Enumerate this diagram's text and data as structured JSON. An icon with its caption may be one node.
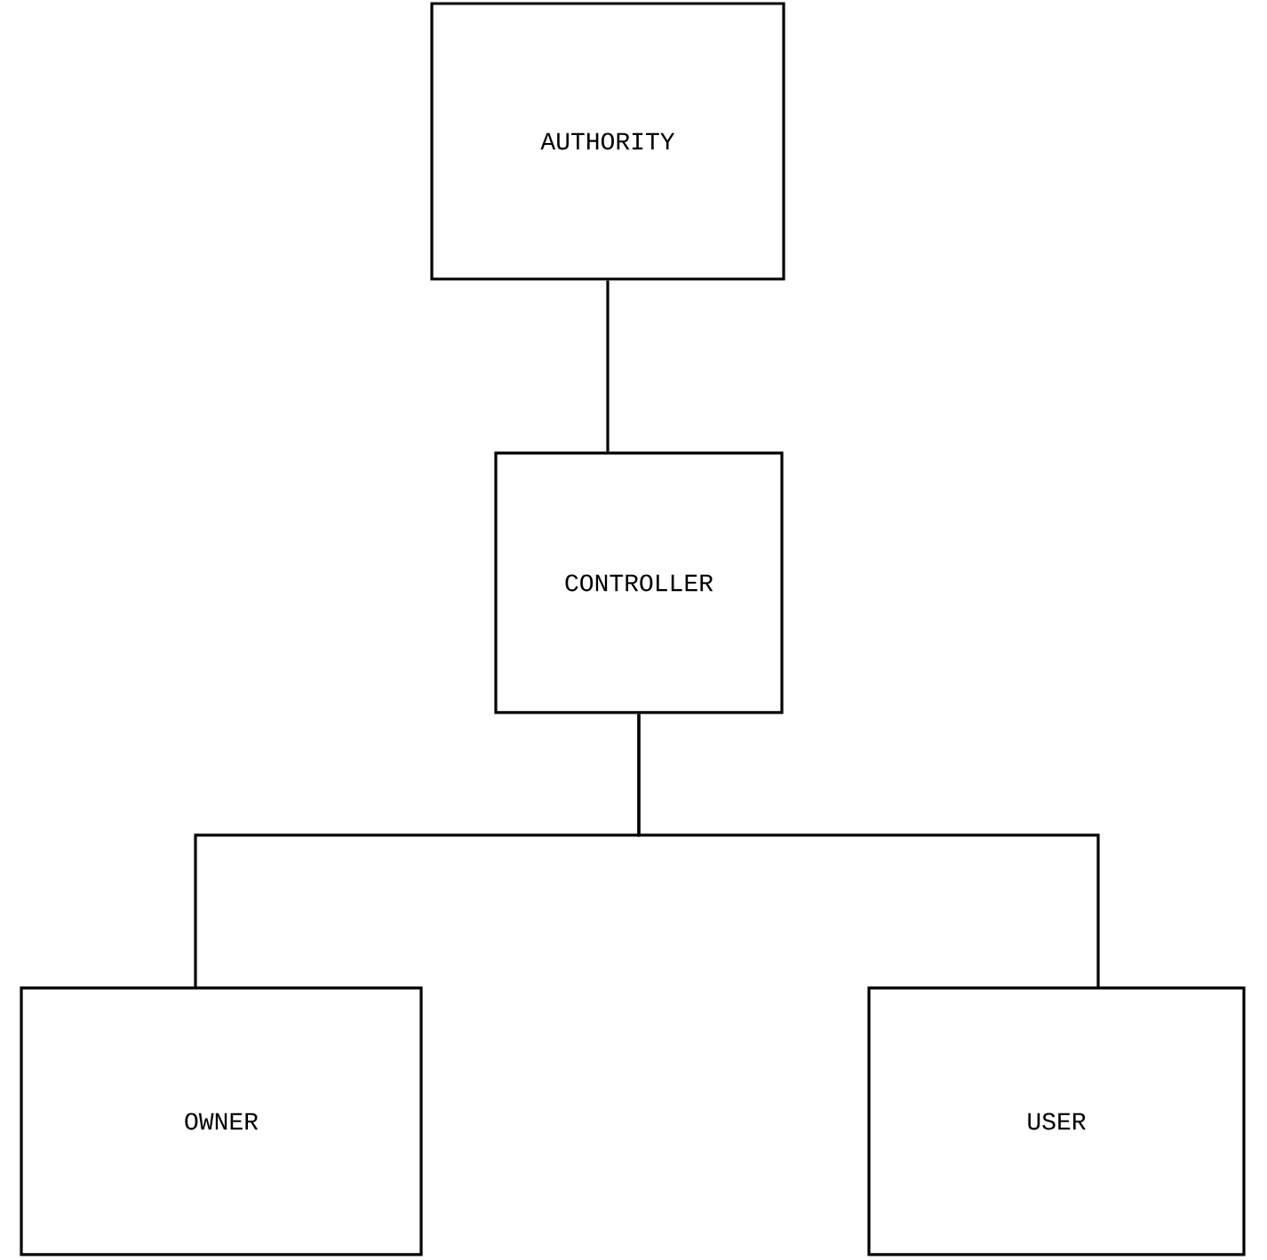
{
  "diagram": {
    "nodes": [
      {
        "text": [
          "AUTHORITY"
        ]
      },
      {
        "text": [
          "CONTROLLER"
        ]
      },
      {
        "text": [
          "OWNER"
        ]
      },
      {
        "text": [
          "USER"
        ]
      }
    ],
    "edges": [
      {
        "from": 0,
        "to": 1,
        "arrow": "none"
      },
      {
        "from": 1,
        "to": 2,
        "arrow": "none"
      },
      {
        "from": 1,
        "to": 3,
        "arrow": "none"
      }
    ]
  }
}
